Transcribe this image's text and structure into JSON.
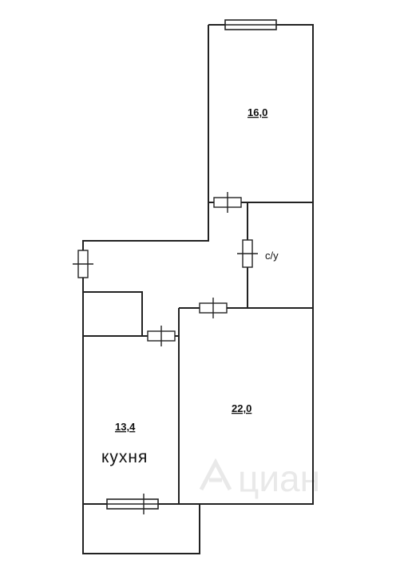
{
  "rooms": {
    "bedroom_area": "16,0",
    "bathroom_label": "с/у",
    "living_area": "22,0",
    "kitchen_area": "13,4",
    "kitchen_label": "кухня"
  },
  "watermark": "циан",
  "colors": {
    "line": "#222222",
    "background": "#ffffff",
    "watermark": "#e9e9e9"
  }
}
